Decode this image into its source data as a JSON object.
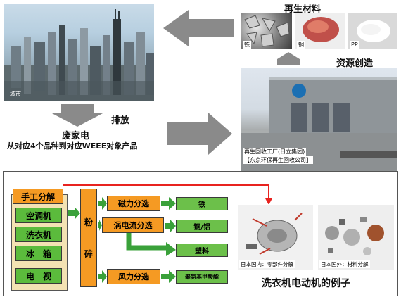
{
  "top": {
    "city_label": "城市",
    "emit_label": "排放",
    "waste_title": "废家电",
    "waste_sub": "从对应4个品种到对应WEEE对象产品",
    "recycled_title": "再生材料",
    "mat_iron": "铁",
    "mat_copper": "铜",
    "mat_pp": "PP",
    "resource_label": "资源创造",
    "factory_line1": "再生回收工厂(日立集团)",
    "factory_line2": "【东京环保再生回收公司】"
  },
  "process": {
    "manual": "手工分解",
    "appliances": [
      "空调机",
      "洗衣机",
      "冰　箱",
      "电　视"
    ],
    "crush": [
      "粉",
      "碎"
    ],
    "separations": [
      "磁力分选",
      "涡电流分选",
      "风力分选"
    ],
    "outputs": [
      "铁",
      "铜/铝",
      "塑料",
      "聚氨基甲酸酯"
    ],
    "photo_left_caption": "日本国内：零部件分解",
    "photo_right_caption": "日本国外：材料分解",
    "example_title": "洗衣机电动机的例子"
  },
  "colors": {
    "arrow_gray": "#8a8a8a",
    "box_green": "#5bbb3c",
    "box_orange": "#f59a23",
    "line_red": "#e8231f"
  }
}
